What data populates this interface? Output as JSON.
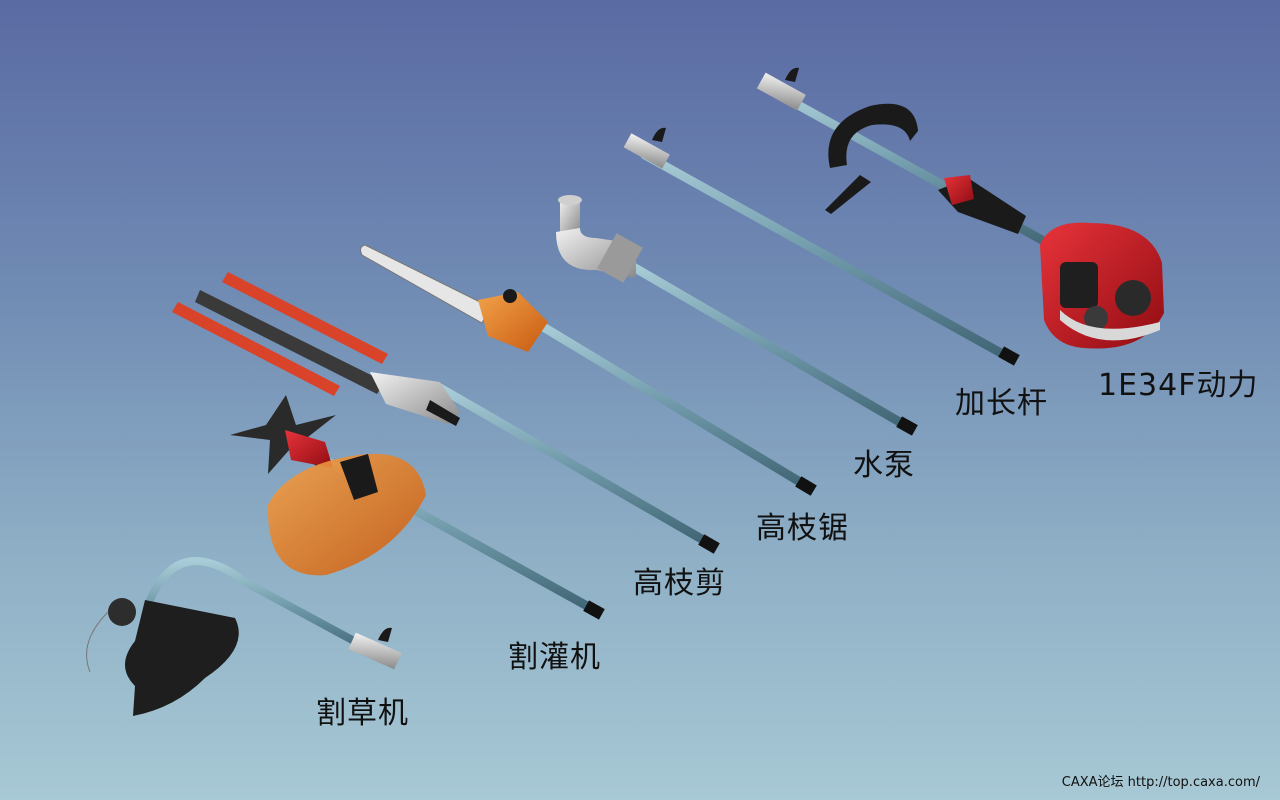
{
  "labels": {
    "power_unit": "1E34F动力",
    "extension_pole": "加长杆",
    "water_pump": "水泵",
    "pole_saw": "高枝锯",
    "hedge_trimmer": "高枝剪",
    "brush_cutter": "割灌机",
    "grass_trimmer": "割草机"
  },
  "footer": {
    "text": "CAXA论坛 http://top.caxa.com/"
  },
  "colors": {
    "shaft": "#7fa9b8",
    "engine_red": "#c8141c",
    "guard_orange": "#e0781e",
    "handle_black": "#1a1a1a"
  },
  "icons": [
    "engine-icon",
    "chainsaw-icon",
    "pump-icon",
    "hedge-blade-icon",
    "brush-blade-icon",
    "trimmer-head-icon"
  ]
}
